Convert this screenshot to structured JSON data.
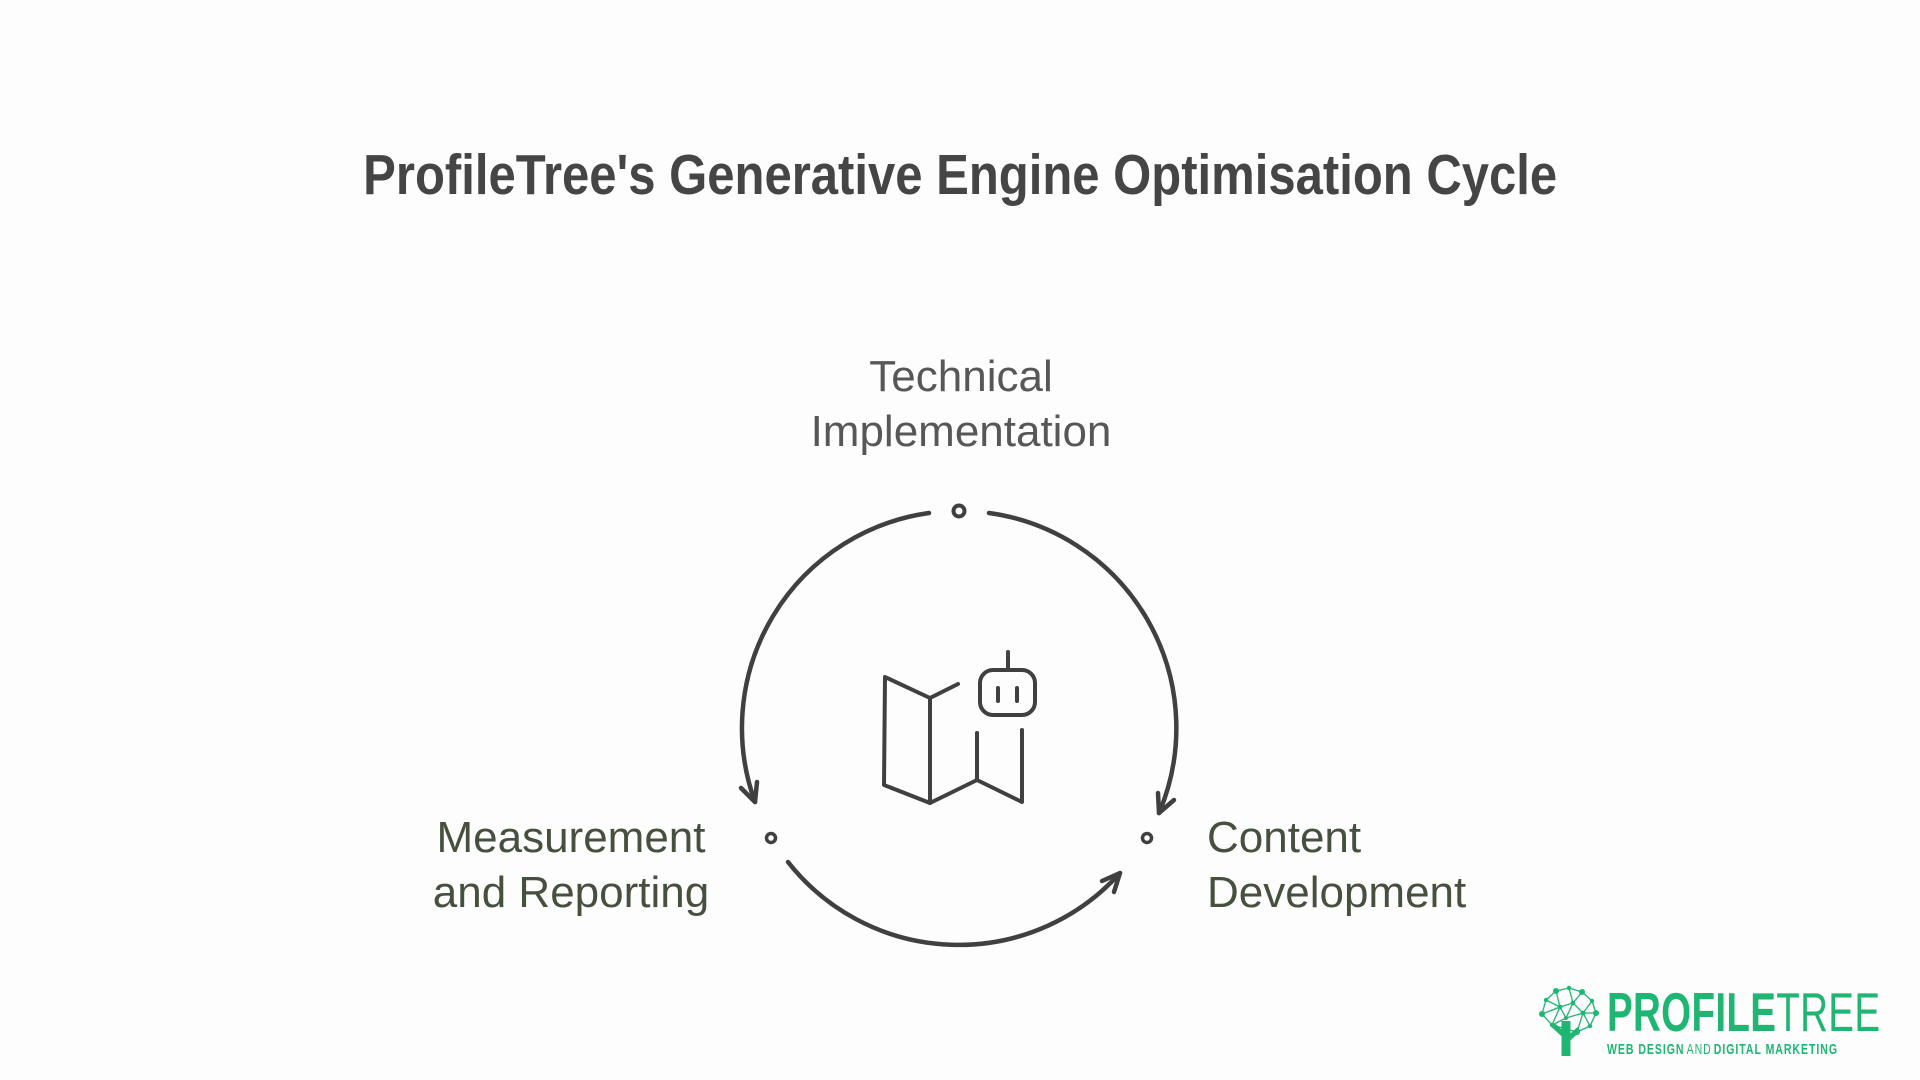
{
  "title": {
    "text": "ProfileTree's Generative Engine Optimisation Cycle"
  },
  "cycle": {
    "nodes": [
      {
        "id": "technical-implementation",
        "position": "top",
        "label_lines": [
          "Technical",
          "Implementation"
        ]
      },
      {
        "id": "measurement-and-reporting",
        "position": "bottom-left",
        "label_lines": [
          "Measurement",
          "and Reporting"
        ]
      },
      {
        "id": "content-development",
        "position": "bottom-right",
        "label_lines": [
          "Content",
          "Development"
        ]
      }
    ],
    "center_icon": "folded-map-with-robot-icon"
  },
  "logo": {
    "icon": "network-tree-icon",
    "brand_bold": "PROFILE",
    "brand_light": "TREE",
    "tagline_bold_1": "WEB DESIGN",
    "tagline_light": "AND",
    "tagline_bold_2": "DIGITAL MARKETING"
  },
  "colors": {
    "background": "#fdfdfd",
    "ink": "#404040",
    "title_text": "#454545",
    "top_label_text": "#575757",
    "side_label_text": "#46503f",
    "brand_green": "#1fb573"
  }
}
